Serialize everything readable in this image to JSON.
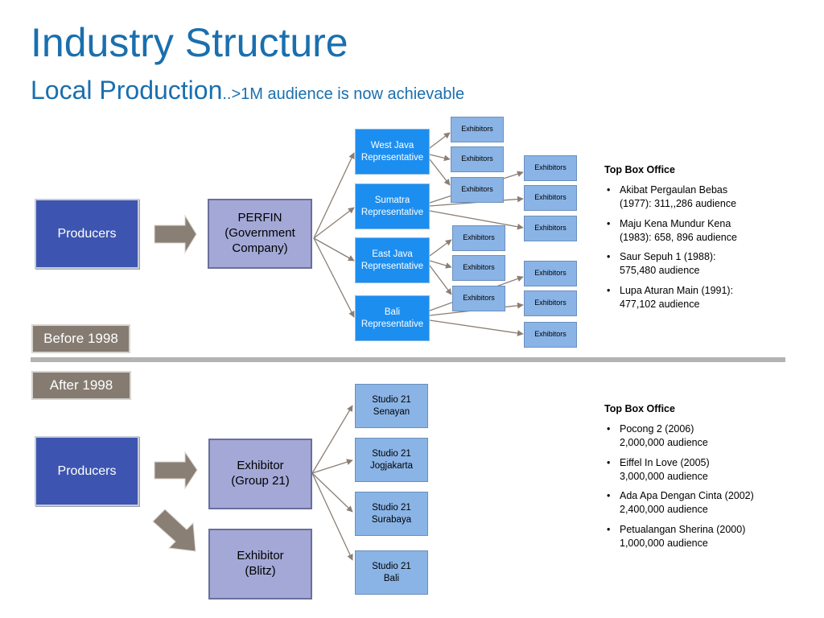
{
  "title": "Industry Structure",
  "subtitle_main": "Local Production",
  "subtitle_small": "..>1M audience is now achievable",
  "colors": {
    "title": "#1a6fae",
    "producer": "#3d55b0",
    "middle": "#a3a8d7",
    "representative": "#1c8ef0",
    "exhibitor": "#8ab4e6",
    "era_label": "#857b71",
    "arrow": "#8a7f75"
  },
  "before": {
    "era_label": "Before 1998",
    "producers": "Producers",
    "perfin": "PERFIN\n(Government\nCompany)",
    "reps": [
      "West Java\nRepresentative",
      "Sumatra\nRepresentative",
      "East Java\nRepresentative",
      "Bali\nRepresentative"
    ],
    "exhibitor_label": "Exhibitors",
    "box_office": {
      "heading": "Top Box Office",
      "items": [
        "Akibat Pergaulan Bebas\n(1977): 311,,286 audience",
        "Maju Kena Mundur Kena\n(1983): 658, 896 audience",
        "Saur Sepuh 1 (1988):\n575,480 audience",
        "Lupa Aturan Main (1991):\n477,102 audience"
      ]
    }
  },
  "after": {
    "era_label": "After 1998",
    "producers": "Producers",
    "exhibitor_group": "Exhibitor\n(Group 21)",
    "exhibitor_blitz": "Exhibitor\n(Blitz)",
    "studios": [
      "Studio 21\nSenayan",
      "Studio 21\nJogjakarta",
      "Studio 21\nSurabaya",
      "Studio 21\nBali"
    ],
    "box_office": {
      "heading": "Top Box Office",
      "items": [
        "Pocong 2 (2006)\n2,000,000 audience",
        "Eiffel In Love (2005)\n3,000,000 audience",
        "Ada Apa Dengan Cinta (2002)\n2,400,000 audience",
        "Petualangan Sherina (2000)\n1,000,000 audience"
      ]
    }
  }
}
